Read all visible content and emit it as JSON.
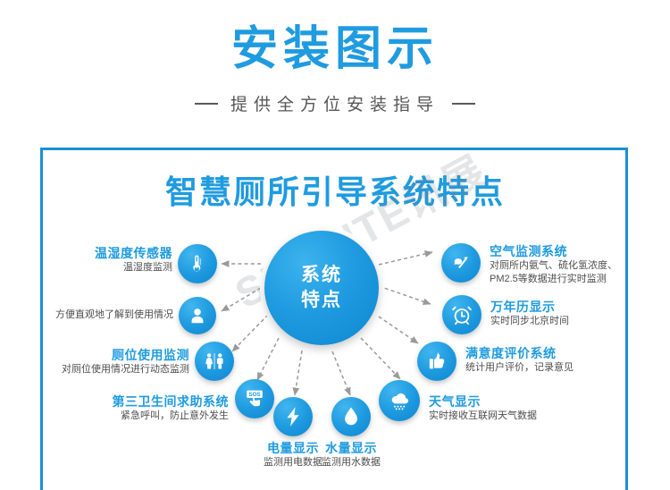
{
  "header": {
    "title": "安装图示",
    "subtitle": "提供全方位安装指导",
    "rule_left": "",
    "rule_right": ""
  },
  "frame": {
    "main_title": "智慧厕所引导系统特点",
    "watermark": "SUNSITE讯展"
  },
  "center": {
    "line1": "系统",
    "line2": "特点"
  },
  "colors": {
    "brand_blue": "#1f9be0",
    "frame_blue": "#1a8fd6",
    "title_blue": "#1f9be0",
    "desc_gray": "#4d4d4d",
    "subtitle_gray": "#555555",
    "connector_gray": "#9a9a9a"
  },
  "nodes": [
    {
      "id": "temp-humidity-sensor",
      "icon": "thermometer-icon",
      "title": "温湿度传感器",
      "desc": [
        "温湿度监测"
      ],
      "side": "left"
    },
    {
      "id": "usage-overview",
      "icon": "person-icon",
      "title": "",
      "desc": [
        "方便直观地了解到使用情况"
      ],
      "side": "left"
    },
    {
      "id": "toilet-usage-monitor",
      "icon": "restroom-icon",
      "title": "厕位使用监测",
      "desc": [
        "对厕位使用情况进行动态监测"
      ],
      "side": "left"
    },
    {
      "id": "third-restroom-help-system",
      "icon": "sos-button-icon",
      "title": "第三卫生间求助系统",
      "desc": [
        "紧急呼叫，防止意外发生"
      ],
      "side": "left"
    },
    {
      "id": "power-display",
      "icon": "lightning-icon",
      "title": "电量显示",
      "desc": [
        "监测用电数据"
      ],
      "side": "bottom"
    },
    {
      "id": "water-display",
      "icon": "water-drop-icon",
      "title": "水量显示",
      "desc": [
        "监测用水数据"
      ],
      "side": "bottom"
    },
    {
      "id": "weather-display",
      "icon": "rain-cloud-icon",
      "title": "天气显示",
      "desc": [
        "实时接收互联网天气数据"
      ],
      "side": "right"
    },
    {
      "id": "satisfaction-rating-system",
      "icon": "thumbs-up-icon",
      "title": "满意度评价系统",
      "desc": [
        "统计用户评价，记录意见"
      ],
      "side": "right"
    },
    {
      "id": "perpetual-calendar-display",
      "icon": "alarm-clock-icon",
      "title": "万年历显示",
      "desc": [
        "实时同步北京时间"
      ],
      "side": "right"
    },
    {
      "id": "air-monitoring-system",
      "icon": "air-quality-icon",
      "title": "空气监测系统",
      "desc": [
        "对厕所内氨气、硫化氢浓度、",
        "PM2.5等数据进行实时监测"
      ],
      "side": "right"
    }
  ]
}
